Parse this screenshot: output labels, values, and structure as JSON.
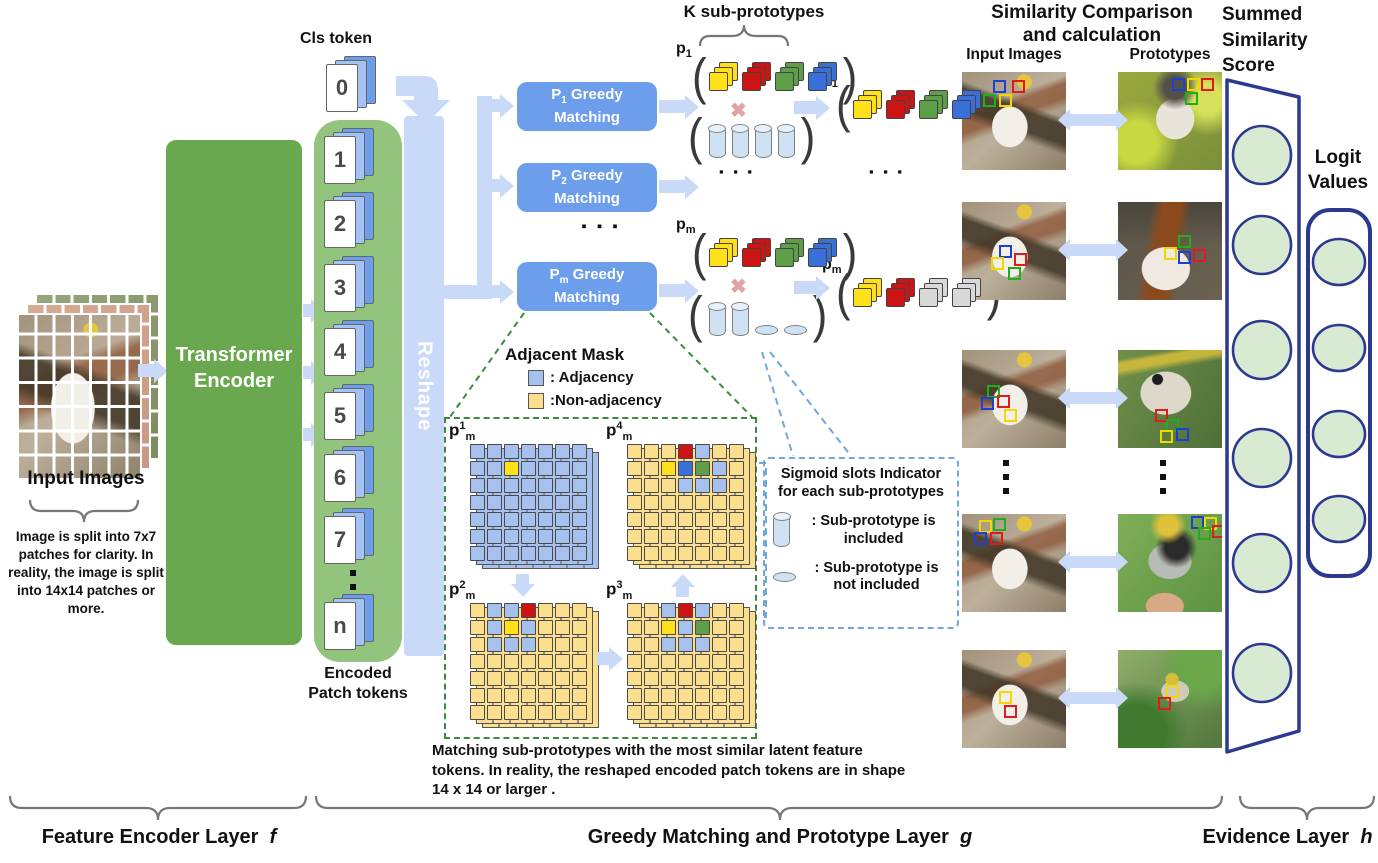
{
  "colors": {
    "yellow": "#ffe01a",
    "red": "#cc1414",
    "green": "#5f9e49",
    "blue": "#3a6fd8",
    "grey": "#d9d9d9",
    "mask_adjacent": "#a7c1ef",
    "mask_nonadjacent": "#fbdf8f",
    "box_blue": "#6d9eeb",
    "arrow_blue": "#c9daf8",
    "encoder_green": "#6aa84f",
    "container_green": "#93c47d",
    "navy": "#2b3990",
    "node_fill": "#d9ead3",
    "marker_blue": "#1f3fd0",
    "marker_red": "#e01b1b",
    "marker_green": "#1fae1f",
    "marker_yellow": "#f0d800"
  },
  "glyphs": {
    "paren_open": "(",
    "paren_close": ")",
    "multiply": "✖",
    "ellipsis": "▪ ▪ ▪"
  },
  "feature_encoder": {
    "input_label": "Input Images",
    "input_caption": "Image is split into 7x7 patches for clarity. In reality, the image is split into 14x14 patches or more.",
    "encoder_label": "Transformer\nEncoder",
    "cls_label": "Cls token",
    "tokens": [
      "0",
      "1",
      "2",
      "3",
      "4",
      "5",
      "6",
      "7",
      "n"
    ],
    "patch_label": "Encoded\nPatch tokens",
    "reshape_label": "Reshape"
  },
  "greedy": {
    "k_label": "K sub-prototypes",
    "box_word1": "Greedy",
    "box_word2": "Matching",
    "boxes": [
      {
        "p": "P",
        "sub": "1"
      },
      {
        "p": "P",
        "sub": "2"
      },
      {
        "p": "P",
        "sub": "m"
      }
    ],
    "rows": [
      {
        "base": "p",
        "sub": "1",
        "in_chips": [
          "yellow",
          "red",
          "green",
          "blue"
        ],
        "slots": [
          "tall",
          "tall",
          "tall",
          "tall"
        ],
        "out_chips": [
          "yellow",
          "red",
          "green",
          "blue"
        ]
      },
      {
        "base": "p",
        "sub": "m",
        "in_chips": [
          "yellow",
          "red",
          "green",
          "blue"
        ],
        "slots": [
          "tall",
          "tall",
          "flat",
          "flat"
        ],
        "out_chips": [
          "yellow",
          "red",
          "grey",
          "grey"
        ]
      }
    ]
  },
  "adjacent_mask": {
    "title": "Adjacent Mask",
    "legend": [
      {
        "color_key": "mask_adjacent",
        "label": ": Adjacency"
      },
      {
        "color_key": "mask_nonadjacent",
        "label": ":Non-adjacency"
      }
    ],
    "masks": [
      {
        "base": "p",
        "sup": "1",
        "sub": "m",
        "rows": [
          "BBBBBBB",
          "BBYBBBB",
          "BBBBBBB",
          "BBBBBBB",
          "BBBBBBB",
          "BBBBBBB",
          "BBBBBBB"
        ]
      },
      {
        "base": "p",
        "sup": "4",
        "sub": "m",
        "rows": [
          "TTTRBTT",
          "TTYUGBT",
          "TTTBBBT",
          "TTTTTTT",
          "TTTTTTT",
          "TTTTTTT",
          "TTTTTTT"
        ]
      },
      {
        "base": "p",
        "sup": "2",
        "sub": "m",
        "rows": [
          "TBBRTTT",
          "TBYBTTT",
          "TBBBTTT",
          "TTTTTTT",
          "TTTTTTT",
          "TTTTTTT",
          "TTTTTTT"
        ]
      },
      {
        "base": "p",
        "sup": "3",
        "sub": "m",
        "rows": [
          "TTBRBTT",
          "TTYBGTT",
          "TTBBBTT",
          "TTTTTTT",
          "TTTTTTT",
          "TTTTTTT",
          "TTTTTTT"
        ]
      }
    ],
    "caption": "Matching sub-prototypes with the most similar latent feature tokens. In reality, the reshaped encoded patch tokens are in shape 14 x 14 or larger ."
  },
  "sigmoid": {
    "title": "Sigmoid slots Indicator\nfor each sub-prototypes",
    "included": ": Sub-prototype is included",
    "not_included": ": Sub-prototype is not included"
  },
  "similarity": {
    "header": "Similarity Comparison\nand calculation",
    "col_input": "Input Images",
    "col_proto": "Prototypes",
    "pairs": [
      {
        "input": {
          "variant": "input-bird",
          "markers": [
            [
              "blue",
              30,
              8
            ],
            [
              "red",
              48,
              8
            ],
            [
              "green",
              20,
              22
            ],
            [
              "yellow",
              36,
              22
            ]
          ]
        },
        "proto": {
          "variant": "proto-a",
          "markers": [
            [
              "blue",
              52,
              6
            ],
            [
              "yellow",
              66,
              6
            ],
            [
              "red",
              80,
              6
            ],
            [
              "green",
              64,
              20
            ]
          ]
        }
      },
      {
        "input": {
          "variant": "input-bird",
          "markers": [
            [
              "blue",
              36,
              44
            ],
            [
              "yellow",
              28,
              56
            ],
            [
              "red",
              50,
              52
            ],
            [
              "green",
              44,
              66
            ]
          ]
        },
        "proto": {
          "variant": "proto-b",
          "markers": [
            [
              "green",
              58,
              34
            ],
            [
              "yellow",
              44,
              46
            ],
            [
              "blue",
              58,
              50
            ],
            [
              "red",
              72,
              48
            ]
          ]
        }
      },
      {
        "input": {
          "variant": "input-bird",
          "markers": [
            [
              "green",
              24,
              36
            ],
            [
              "blue",
              18,
              48
            ],
            [
              "red",
              34,
              46
            ],
            [
              "yellow",
              40,
              60
            ]
          ]
        },
        "proto": {
          "variant": "proto-c",
          "markers": [
            [
              "red",
              36,
              60
            ],
            [
              "green",
              46,
              70
            ],
            [
              "yellow",
              40,
              82
            ],
            [
              "blue",
              56,
              80
            ]
          ]
        }
      },
      {
        "input": {
          "variant": "input-bird",
          "markers": [
            [
              "yellow",
              16,
              6
            ],
            [
              "green",
              30,
              4
            ],
            [
              "blue",
              12,
              18
            ],
            [
              "red",
              27,
              18
            ]
          ]
        },
        "proto": {
          "variant": "proto-d",
          "markers": [
            [
              "blue",
              70,
              2
            ],
            [
              "yellow",
              83,
              3
            ],
            [
              "green",
              77,
              13
            ],
            [
              "red",
              90,
              11
            ]
          ]
        }
      },
      {
        "input": {
          "variant": "input-bird",
          "markers": [
            [
              "yellow",
              36,
              42
            ],
            [
              "red",
              40,
              56
            ]
          ]
        },
        "proto": {
          "variant": "proto-e",
          "markers": [
            [
              "yellow",
              46,
              36
            ],
            [
              "red",
              38,
              48
            ]
          ]
        }
      }
    ]
  },
  "evidence": {
    "summed_title": "Summed\nSimilarity\nScore",
    "logit_title": "Logit\nValues",
    "summed_nodes": 6,
    "logit_nodes": 4
  },
  "layers": [
    {
      "text": "Feature Encoder Layer",
      "symbol": "f"
    },
    {
      "text": "Greedy Matching and Prototype Layer",
      "symbol": "g"
    },
    {
      "text": "Evidence Layer",
      "symbol": "h"
    }
  ]
}
